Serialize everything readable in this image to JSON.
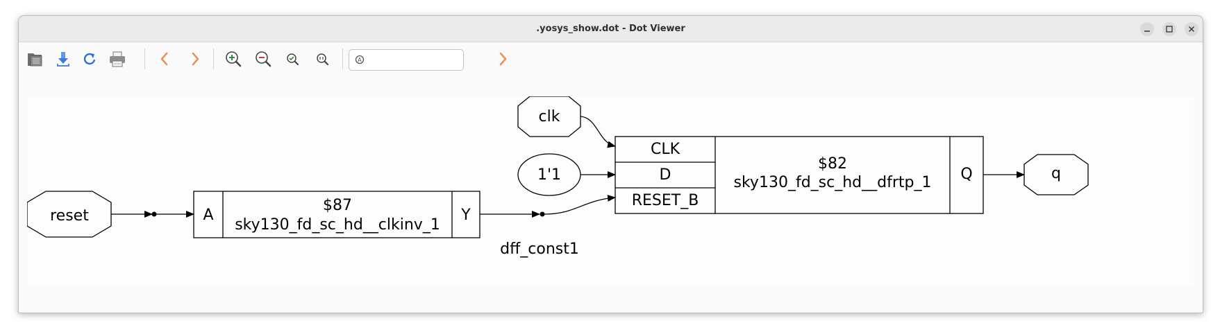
{
  "window": {
    "title": ".yosys_show.dot - Dot Viewer",
    "controls": [
      "minimize",
      "maximize",
      "close"
    ]
  },
  "toolbar": {
    "buttons": [
      {
        "name": "open-button",
        "icon": "folder-icon"
      },
      {
        "name": "save-button",
        "icon": "download-icon"
      },
      {
        "name": "reload-button",
        "icon": "refresh-icon"
      },
      {
        "name": "print-button",
        "icon": "printer-icon"
      },
      {
        "name": "back-button",
        "icon": "chevron-left-icon"
      },
      {
        "name": "forward-button",
        "icon": "chevron-right-icon"
      },
      {
        "name": "zoom-in-button",
        "icon": "zoom-in-icon"
      },
      {
        "name": "zoom-out-button",
        "icon": "zoom-out-icon"
      },
      {
        "name": "zoom-fit-button",
        "icon": "zoom-fit-icon"
      },
      {
        "name": "zoom-100-button",
        "icon": "zoom-original-icon"
      },
      {
        "name": "find-next-button",
        "icon": "chevron-right-icon"
      }
    ],
    "search": {
      "value": "",
      "placeholder": ""
    }
  },
  "graph": {
    "nodes": {
      "reset": "reset",
      "clk": "clk",
      "const": "1'1",
      "q": "q"
    },
    "cell_87": {
      "id": "$87",
      "type": "sky130_fd_sc_hd__clkinv_1",
      "in_port": "A",
      "out_port": "Y"
    },
    "cell_82": {
      "id": "$82",
      "type": "sky130_fd_sc_hd__dfrtp_1",
      "in_ports": [
        "CLK",
        "D",
        "RESET_B"
      ],
      "out_port": "Q"
    },
    "net_label": "dff_const1"
  },
  "colors": {
    "titlebar": "#ebebeb",
    "window_bg": "#fafafa",
    "canvas_bg": "#fdfdfd",
    "icon_blue": "#3d7bd6",
    "icon_orange": "#e8935a",
    "icon_green": "#2e8b3a",
    "icon_red": "#d03c2f"
  }
}
